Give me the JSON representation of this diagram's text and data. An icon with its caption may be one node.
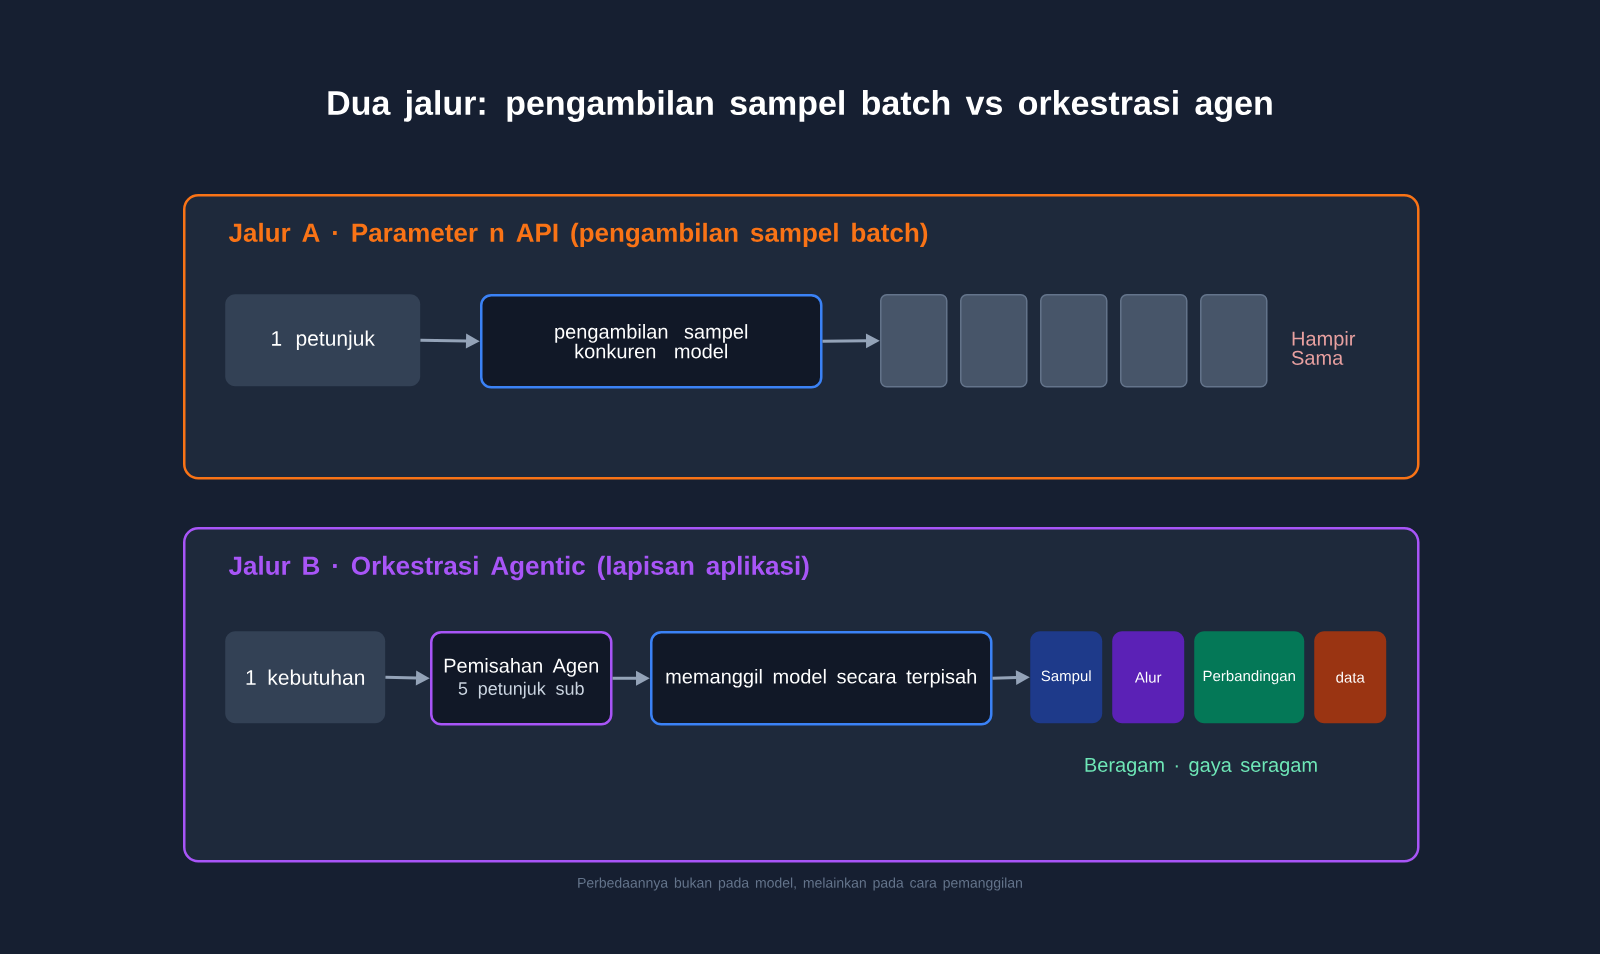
{
  "diagram": {
    "title": "Dua jalur: pengambilan sampel batch vs orkestrasi agen",
    "caption": "Perbedaannya bukan pada model, melainkan pada cara pemanggilan",
    "nodes": [
      {
        "text": [
          "Jalur A · Parameter n API (pengambilan sampel batch)"
        ]
      },
      {
        "text": [
          "1 petunjuk"
        ],
        "in": 0
      },
      {
        "text": [
          "pengambilan sampel konkuren model"
        ],
        "in": 0
      },
      {
        "text": [],
        "shape": "box",
        "in": 0
      },
      {
        "text": [],
        "shape": "box",
        "in": 0
      },
      {
        "text": [],
        "shape": "box",
        "in": 0
      },
      {
        "text": [],
        "shape": "box",
        "in": 0
      },
      {
        "text": [],
        "shape": "box",
        "in": 0
      },
      {
        "text": [
          "Jalur B · Orkestrasi Agentic (lapisan aplikasi)"
        ]
      },
      {
        "text": [
          "1 kebutuhan"
        ],
        "in": 8
      },
      {
        "text": [
          "Pemisahan Agen",
          "5 petunjuk sub"
        ],
        "in": 8
      },
      {
        "text": [
          "memanggil model secara terpisah"
        ],
        "in": 8
      },
      {
        "text": [
          "Sampul"
        ],
        "in": 8
      },
      {
        "text": [
          "Alur"
        ],
        "in": 8
      },
      {
        "text": [
          "Perbandingan"
        ],
        "in": 8
      },
      {
        "text": [
          "data"
        ],
        "in": 8
      }
    ],
    "edges": [
      {
        "from": 1,
        "to": 2,
        "arrow": "to"
      },
      {
        "from": 2,
        "to": 3,
        "arrow": "to"
      },
      {
        "from": 9,
        "to": 10,
        "arrow": "to"
      },
      {
        "from": 10,
        "to": 11,
        "arrow": "to"
      },
      {
        "from": 11,
        "to": 12,
        "arrow": "to"
      }
    ],
    "labels": [
      "Hampir Sama",
      "Beragam · gaya seragam"
    ]
  }
}
